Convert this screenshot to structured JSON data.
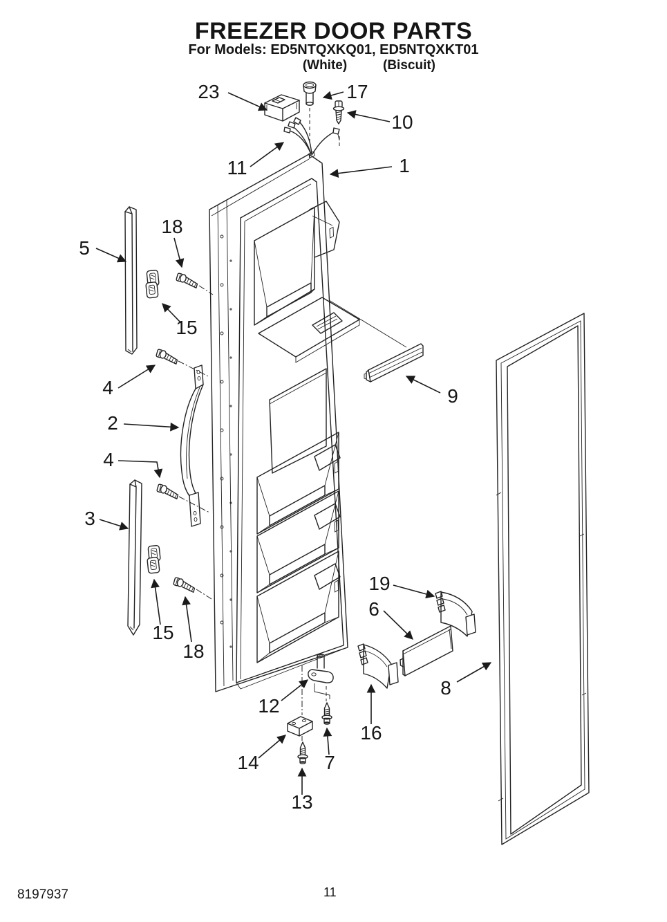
{
  "header": {
    "title": "FREEZER DOOR PARTS",
    "models_line": "For Models: ED5NTQXKQ01, ED5NTQXKT01",
    "variants": {
      "white": "(White)",
      "biscuit": "(Biscuit)"
    }
  },
  "footer": {
    "document_number": "8197937",
    "page_number": "11"
  },
  "callouts": {
    "c23": {
      "label": "23"
    },
    "c17": {
      "label": "17"
    },
    "c10": {
      "label": "10"
    },
    "c11": {
      "label": "11"
    },
    "c1": {
      "label": "1"
    },
    "c5": {
      "label": "5"
    },
    "c18_top": {
      "label": "18"
    },
    "c15_top": {
      "label": "15"
    },
    "c4_top": {
      "label": "4"
    },
    "c2": {
      "label": "2"
    },
    "c4_bottom": {
      "label": "4"
    },
    "c3": {
      "label": "3"
    },
    "c15_bottom": {
      "label": "15"
    },
    "c18_bottom": {
      "label": "18"
    },
    "c9": {
      "label": "9"
    },
    "c19": {
      "label": "19"
    },
    "c6": {
      "label": "6"
    },
    "c8": {
      "label": "8"
    },
    "c16": {
      "label": "16"
    },
    "c12": {
      "label": "12"
    },
    "c14": {
      "label": "14"
    },
    "c7": {
      "label": "7"
    },
    "c13": {
      "label": "13"
    }
  }
}
